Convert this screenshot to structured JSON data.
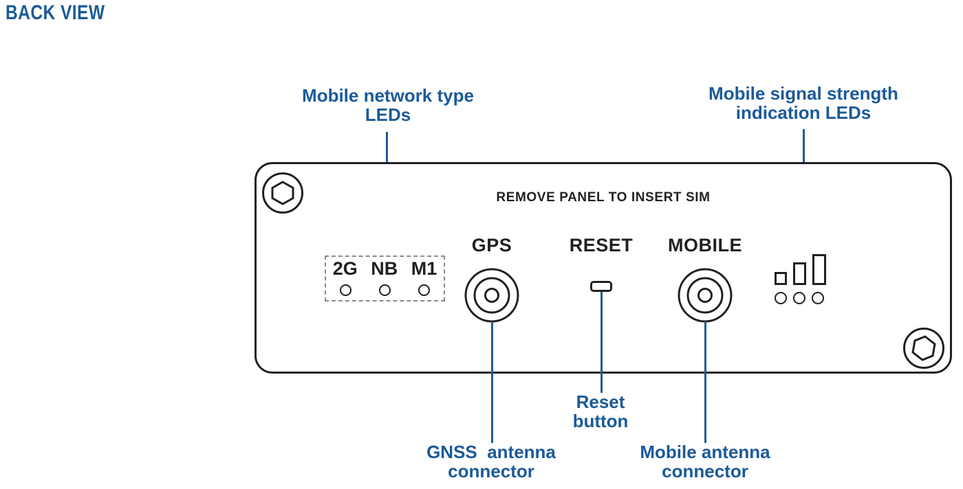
{
  "title": "BACK VIEW",
  "panel": {
    "header": "REMOVE PANEL TO INSERT SIM",
    "ports": {
      "gps": "GPS",
      "reset": "RESET",
      "mobile": "MOBILE"
    },
    "network_leds": {
      "labels": [
        "2G",
        "NB",
        "M1"
      ]
    },
    "signal_leds": {
      "bar_count": 3,
      "hole_count": 3
    },
    "screws": 2
  },
  "callouts": {
    "network_type_leds": "Mobile network type\nLEDs",
    "signal_strength_leds": "Mobile signal strength\nindication LEDs",
    "gnss_connector": "GNSS  antenna\nconnector",
    "reset_button": "Reset\nbutton",
    "mobile_connector": "Mobile antenna\nconnector"
  },
  "colors": {
    "accent_blue": "#1b5a99",
    "leader_blue": "#1f5b96",
    "outline": "#231f20",
    "dashed_gray": "#8a8a8a",
    "background": "#ffffff"
  }
}
